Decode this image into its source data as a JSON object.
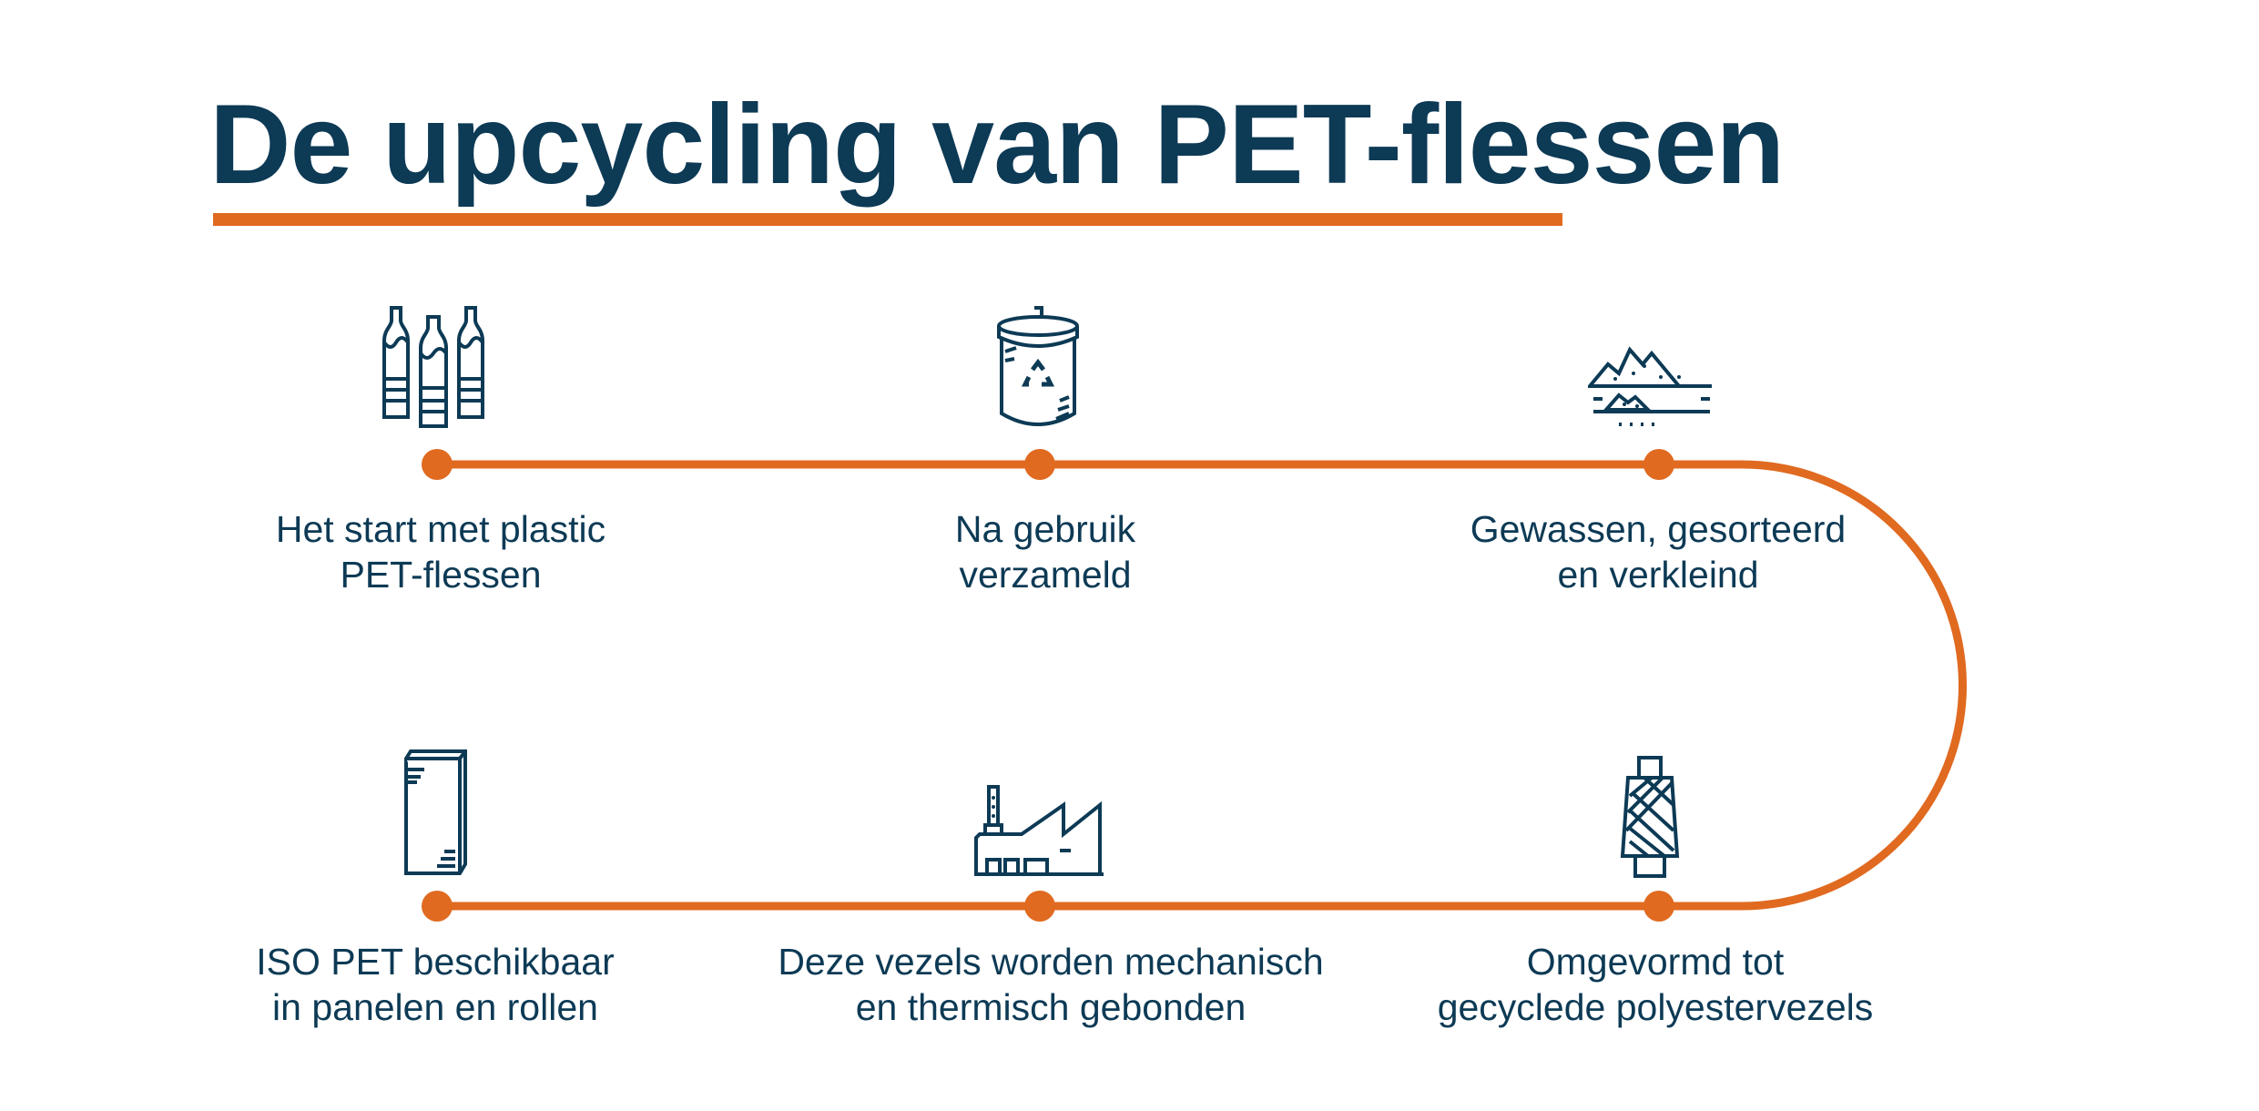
{
  "title": "De upcycling van PET-flessen",
  "colors": {
    "navy": "#0d3a55",
    "orange": "#e06a20"
  },
  "steps": [
    {
      "icon": "bottles-icon",
      "line1": "Het start met plastic",
      "line2": "PET-flessen"
    },
    {
      "icon": "recycle-bin-icon",
      "line1": "Na gebruik",
      "line2": "verzameld"
    },
    {
      "icon": "shredded-flakes-icon",
      "line1": "Gewassen, gesorteerd",
      "line2": "en verkleind"
    },
    {
      "icon": "yarn-spool-icon",
      "line1": "Omgevormd tot",
      "line2": "gecyclede polyestervezels"
    },
    {
      "icon": "factory-icon",
      "line1": "Deze vezels worden mechanisch",
      "line2": "en thermisch gebonden"
    },
    {
      "icon": "panel-icon",
      "line1": "ISO PET beschikbaar",
      "line2": "in panelen en rollen"
    }
  ]
}
